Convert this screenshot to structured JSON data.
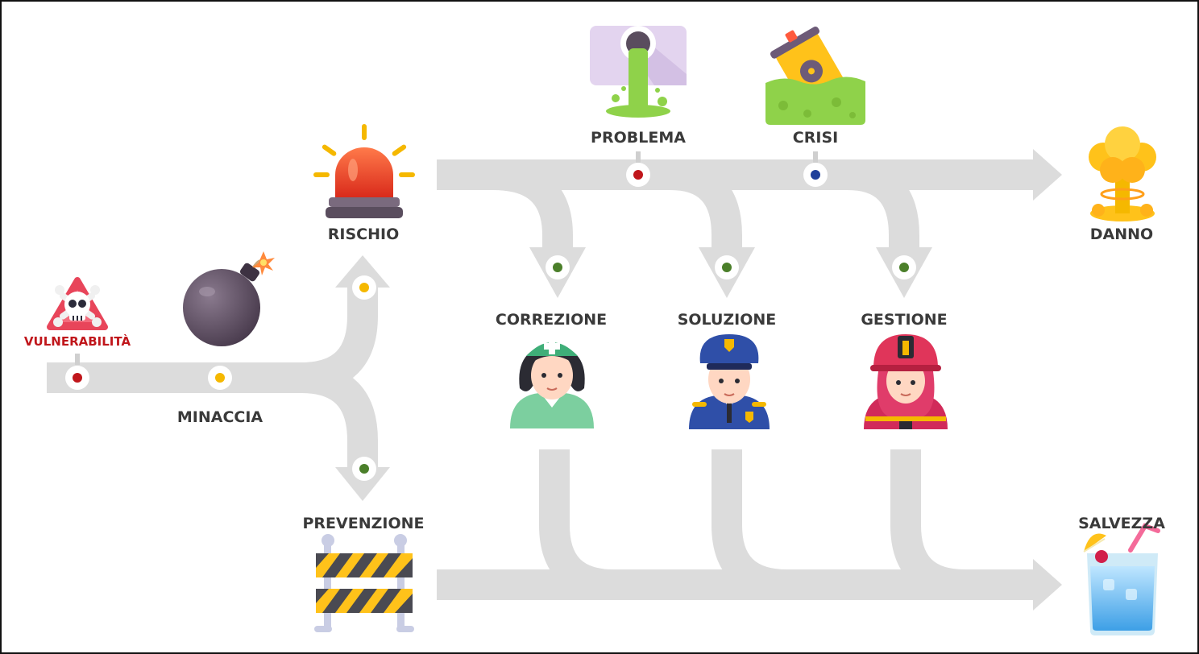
{
  "nodes": {
    "vulnerabilita": "VULNERABILITÀ",
    "minaccia": "MINACCIA",
    "rischio": "RISCHIO",
    "prevenzione": "PREVENZIONE",
    "problema": "PROBLEMA",
    "crisi": "CRISI",
    "danno": "DANNO",
    "correzione": "CORREZIONE",
    "soluzione": "SOLUZIONE",
    "gestione": "GESTIONE",
    "salvezza": "SALVEZZA"
  },
  "icons": {
    "vulnerabilita": "skull-warning-icon",
    "minaccia": "bomb-icon",
    "rischio": "siren-icon",
    "prevenzione": "barrier-icon",
    "problema": "toxic-pipe-icon",
    "crisi": "radioactive-barrel-icon",
    "danno": "explosion-icon",
    "correzione": "nurse-icon",
    "soluzione": "police-officer-icon",
    "gestione": "firefighter-icon",
    "salvezza": "cocktail-icon"
  },
  "colors": {
    "track": "#dcdcdc",
    "dot_red": "#c0161b",
    "dot_yellow": "#f5b800",
    "dot_green": "#4b7f2a",
    "dot_blue": "#1f3f9a",
    "label": "#3a3a3a",
    "label_alert": "#c0161b"
  }
}
